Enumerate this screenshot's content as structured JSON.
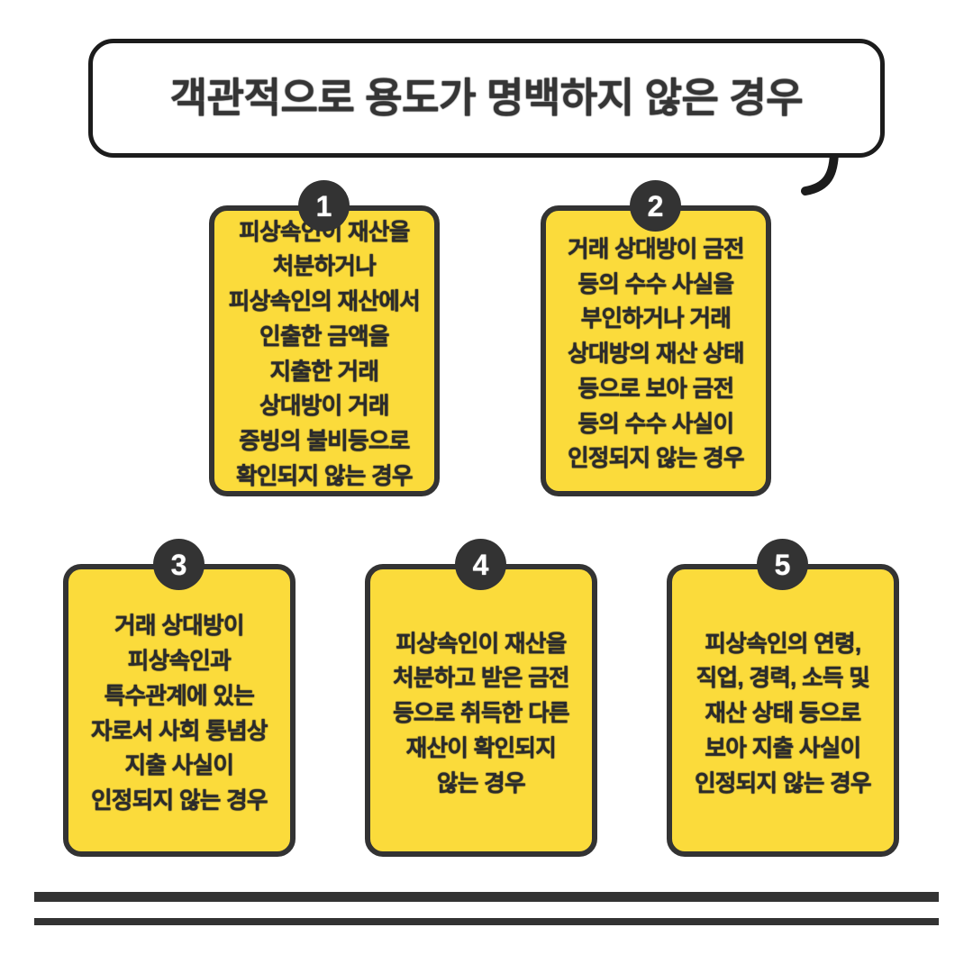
{
  "title": {
    "text": "객관적으로 용도가 명백하지 않은 경우"
  },
  "colors": {
    "card_fill": "#FBDB3B",
    "border_dark": "#333333",
    "title_border": "#1C1C1C",
    "text_dark": "#2B2B2B",
    "badge_fill": "#333333",
    "badge_text": "#FFFFFF",
    "background": "#FFFFFF"
  },
  "cards": [
    {
      "number": "1",
      "text": "피상속인이 재산을 처분하거나 피상속인의 재산에서 인출한 금액을 지출한 거래 상대방이 거래 증빙의 불비등으로 확인되지 않는 경우"
    },
    {
      "number": "2",
      "text": "거래 상대방이 금전 등의 수수 사실을 부인하거나 거래 상대방의 재산 상태 등으로 보아 금전 등의 수수 사실이 인정되지 않는 경우"
    },
    {
      "number": "3",
      "text": "거래 상대방이 피상속인과 특수관계에 있는 자로서 사회 통념상 지출 사실이 인정되지 않는 경우"
    },
    {
      "number": "4",
      "text": "피상속인이 재산을 처분하고 받은 금전 등으로 취득한 다른 재산이 확인되지 않는 경우"
    },
    {
      "number": "5",
      "text": "피상속인의 연령, 직업, 경력, 소득 및 재산 상태 등으로 보아 지출 사실이 인정되지 않는 경우"
    }
  ]
}
